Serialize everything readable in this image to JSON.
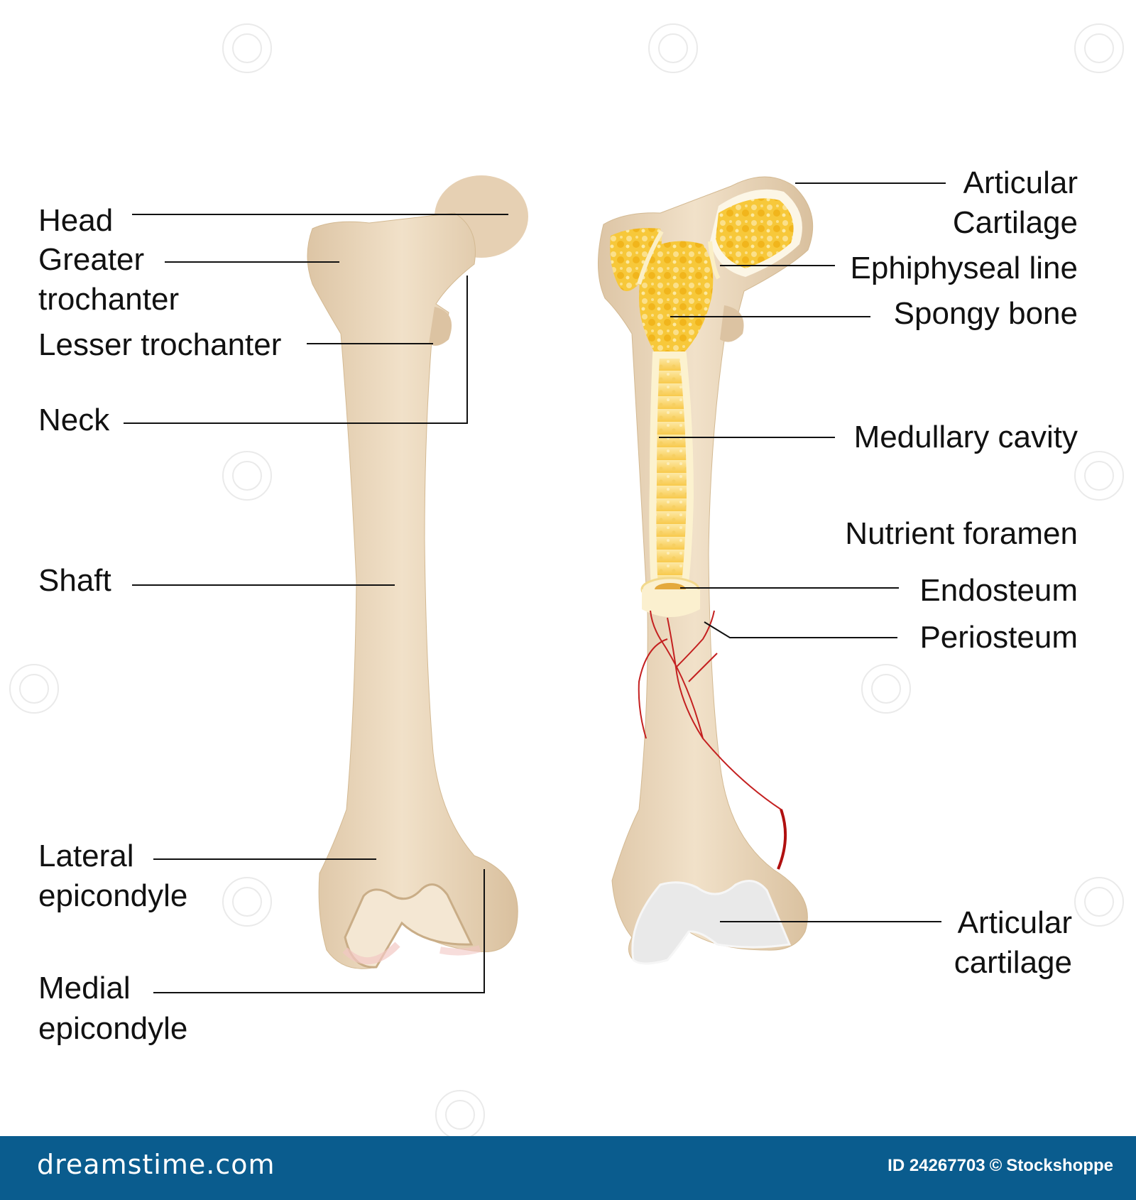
{
  "labels_left": {
    "head": "Head",
    "greater_trochanter_1": "Greater",
    "greater_trochanter_2": "trochanter",
    "lesser_trochanter": "Lesser trochanter",
    "neck": "Neck",
    "shaft": "Shaft",
    "lateral_epicondyle_1": "Lateral",
    "lateral_epicondyle_2": "epicondyle",
    "medial_epicondyle_1": "Medial",
    "medial_epicondyle_2": "epicondyle"
  },
  "labels_right": {
    "articular_cartilage_top_1": "Articular",
    "articular_cartilage_top_2": "Cartilage",
    "ephiphyseal_line": "Ephiphyseal line",
    "spongy_bone": "Spongy bone",
    "medullary_cavity": "Medullary cavity",
    "nutrient_foramen": "Nutrient foramen",
    "endosteum": "Endosteum",
    "periosteum": "Periosteum",
    "articular_cartilage_bottom_1": "Articular",
    "articular_cartilage_bottom_2": "cartilage"
  },
  "footer": {
    "brand": "dreamstime.com",
    "id_text": "ID 24267703",
    "copyright_symbol": "©",
    "author": "Stockshoppe"
  },
  "colors": {
    "bone": "#ecd8bd",
    "bone_shade": "#d9c1a1",
    "spongy": "#f6c531",
    "marrow": "#fde59b",
    "cartilage": "#eaeaea",
    "vessel": "#c42020",
    "footer_bg": "#0a5c8e"
  }
}
